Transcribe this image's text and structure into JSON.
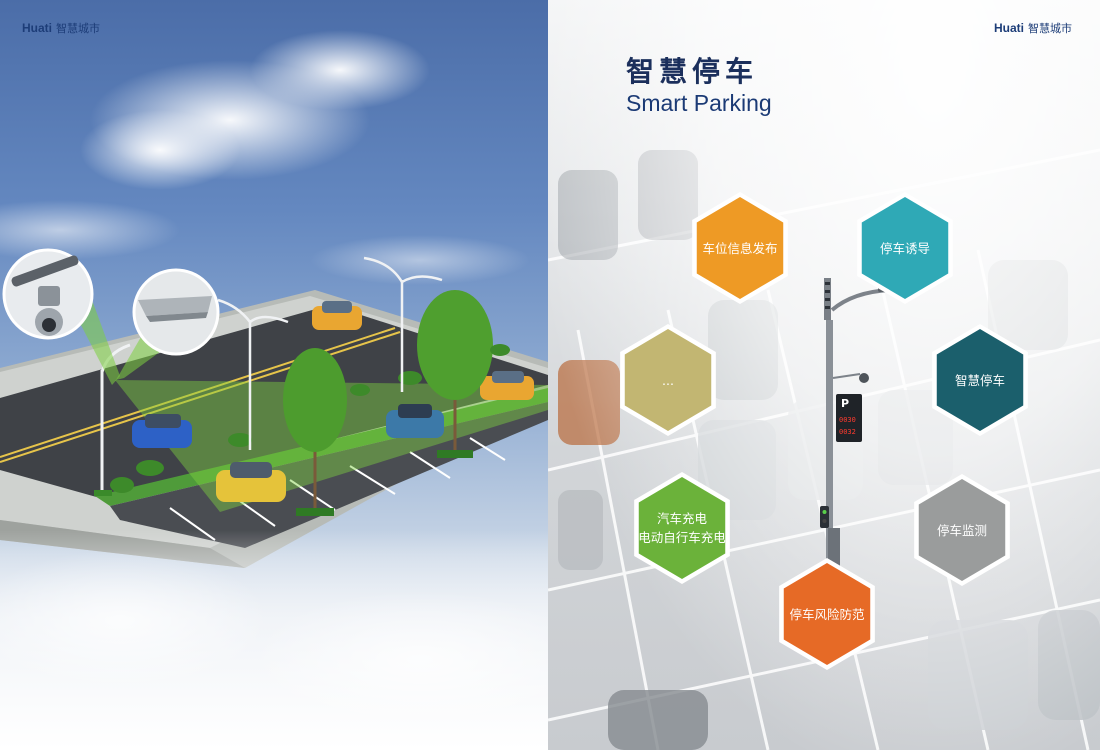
{
  "brand": {
    "logo": "Huati",
    "name": "智慧城市"
  },
  "title": {
    "cn": "智慧停车",
    "en": "Smart Parking"
  },
  "features": [
    {
      "label": "车位信息发布",
      "label2": "",
      "color": "#ee9a25"
    },
    {
      "label": "停车诱导",
      "label2": "",
      "color": "#2fa9b6"
    },
    {
      "label": "...",
      "label2": "",
      "color": "#c2b672"
    },
    {
      "label": "智慧停车",
      "label2": "",
      "color": "#1b5f6c"
    },
    {
      "label": "汽车充电",
      "label2": "电动自行车充电",
      "color": "#6bb23a"
    },
    {
      "label": "停车监测",
      "label2": "",
      "color": "#9a9c9c"
    },
    {
      "label": "停车风险防范",
      "label2": "",
      "color": "#e66a26"
    }
  ],
  "pole_sign": {
    "letter": "P",
    "value1": "0030",
    "value2": "0032"
  },
  "colors": {
    "brand": "#1d3d78",
    "title": "#1b2f5c",
    "detect": "#7ed040"
  }
}
